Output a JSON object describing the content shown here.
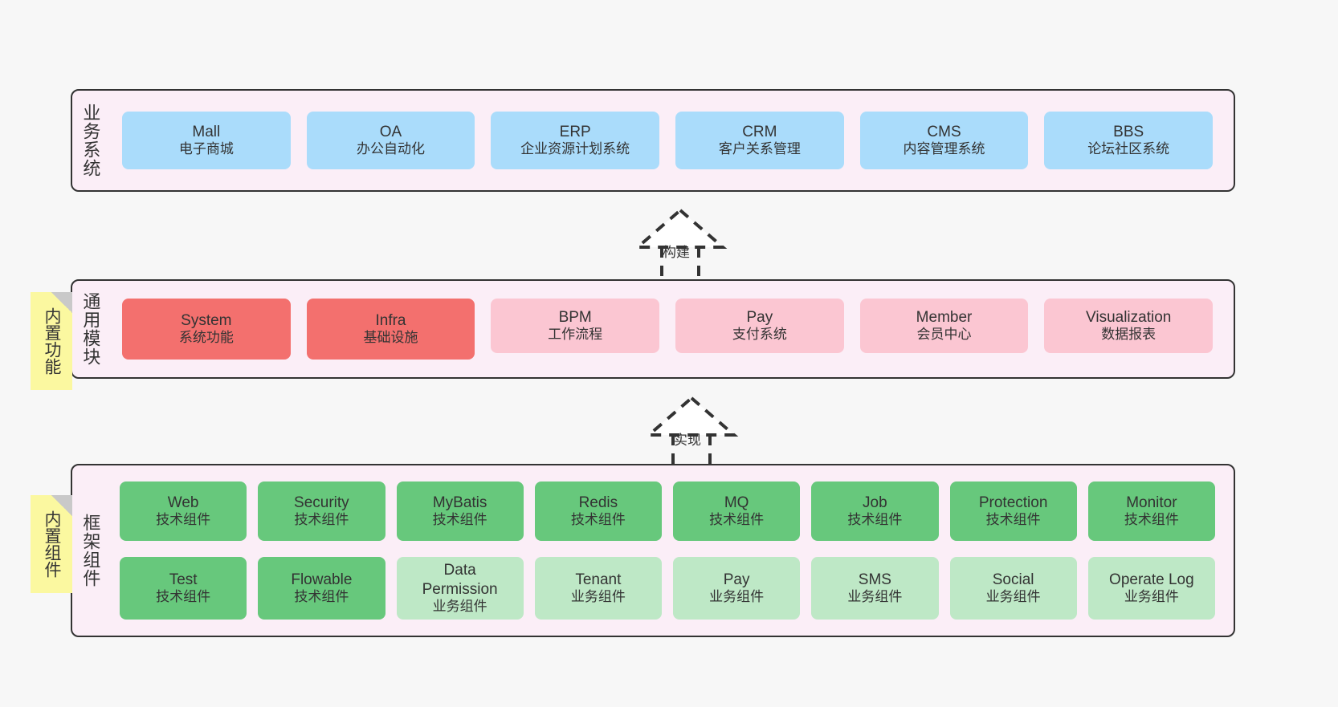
{
  "diagram": {
    "background_color": "#f7f7f7",
    "band_fill": "#fbeef7",
    "band_border": "#333333",
    "note_fill": "#fbf8a0",
    "colors": {
      "blue": "#aadcfb",
      "red": "#f3706e",
      "pink": "#fbc6d2",
      "green": "#67c87c",
      "light_green": "#bee8c6"
    }
  },
  "layers": {
    "business": {
      "title": "业务系统",
      "cards": [
        {
          "title": "Mall",
          "sub": "电子商城",
          "color": "blue"
        },
        {
          "title": "OA",
          "sub": "办公自动化",
          "color": "blue"
        },
        {
          "title": "ERP",
          "sub": "企业资源计划系统",
          "color": "blue"
        },
        {
          "title": "CRM",
          "sub": "客户关系管理",
          "color": "blue"
        },
        {
          "title": "CMS",
          "sub": "内容管理系统",
          "color": "blue"
        },
        {
          "title": "BBS",
          "sub": "论坛社区系统",
          "color": "blue"
        }
      ]
    },
    "common": {
      "title": "通用模块",
      "note": "内置功能",
      "cards": [
        {
          "title": "System",
          "sub": "系统功能",
          "color": "red"
        },
        {
          "title": "Infra",
          "sub": "基础设施",
          "color": "red"
        },
        {
          "title": "BPM",
          "sub": "工作流程",
          "color": "pink"
        },
        {
          "title": "Pay",
          "sub": "支付系统",
          "color": "pink"
        },
        {
          "title": "Member",
          "sub": "会员中心",
          "color": "pink"
        },
        {
          "title": "Visualization",
          "sub": "数据报表",
          "color": "pink"
        }
      ]
    },
    "framework": {
      "title": "框架组件",
      "note": "内置组件",
      "row1": [
        {
          "title": "Web",
          "sub": "技术组件",
          "color": "green"
        },
        {
          "title": "Security",
          "sub": "技术组件",
          "color": "green"
        },
        {
          "title": "MyBatis",
          "sub": "技术组件",
          "color": "green"
        },
        {
          "title": "Redis",
          "sub": "技术组件",
          "color": "green"
        },
        {
          "title": "MQ",
          "sub": "技术组件",
          "color": "green"
        },
        {
          "title": "Job",
          "sub": "技术组件",
          "color": "green"
        },
        {
          "title": "Protection",
          "sub": "技术组件",
          "color": "green"
        },
        {
          "title": "Monitor",
          "sub": "技术组件",
          "color": "green"
        }
      ],
      "row2": [
        {
          "title": "Test",
          "sub": "技术组件",
          "color": "green"
        },
        {
          "title": "Flowable",
          "sub": "技术组件",
          "color": "green"
        },
        {
          "title": "Data Permission",
          "sub": "业务组件",
          "color": "light_green"
        },
        {
          "title": "Tenant",
          "sub": "业务组件",
          "color": "light_green"
        },
        {
          "title": "Pay",
          "sub": "业务组件",
          "color": "light_green"
        },
        {
          "title": "SMS",
          "sub": "业务组件",
          "color": "light_green"
        },
        {
          "title": "Social",
          "sub": "业务组件",
          "color": "light_green"
        },
        {
          "title": "Operate Log",
          "sub": "业务组件",
          "color": "light_green"
        }
      ]
    }
  },
  "connectors": [
    {
      "label": "构建",
      "kind": "uml-realization-up"
    },
    {
      "label": "实现",
      "kind": "uml-realization-up"
    }
  ]
}
